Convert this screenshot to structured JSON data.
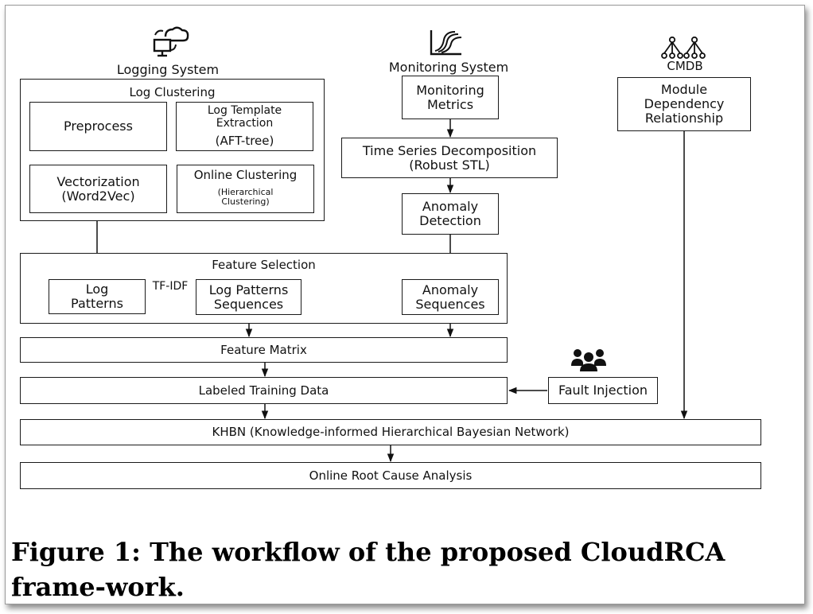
{
  "diagram": {
    "logging_system": {
      "title": "Logging System",
      "icon": "cloud-computer-icon",
      "log_clustering": {
        "title": "Log Clustering",
        "preprocess": "Preprocess",
        "log_template_extraction": "Log Template\nExtraction",
        "aft_tree": "(AFT-tree)",
        "vectorization": "Vectorization\n(Word2Vec)",
        "online_clustering": "Online Clustering",
        "hierarchical_clustering": "(Hierarchical\nClustering)"
      }
    },
    "monitoring_system": {
      "title": "Monitoring System",
      "icon": "line-chart-icon",
      "monitoring_metrics": "Monitoring\nMetrics",
      "time_series_decomposition": "Time Series Decomposition\n(Robust STL)",
      "anomaly_detection": "Anomaly\nDetection"
    },
    "cmdb": {
      "title": "CMDB",
      "icon": "hierarchy-tree-icon",
      "module_dependency": "Module\nDependency\nRelationship"
    },
    "feature_selection": {
      "title": "Feature Selection",
      "log_patterns": "Log\nPatterns",
      "tf_idf": "TF-IDF",
      "log_patterns_sequences": "Log Patterns\nSequences",
      "anomaly_sequences": "Anomaly\nSequences"
    },
    "feature_matrix": "Feature Matrix",
    "labeled_training_data": "Labeled Training Data",
    "fault_injection": {
      "label": "Fault Injection",
      "icon": "users-group-icon"
    },
    "khbn": "KHBN (Knowledge-informed Hierarchical Bayesian Network)",
    "online_root_cause_analysis": "Online Root Cause Analysis"
  },
  "caption": "Figure 1: The workflow of the proposed CloudRCA frame-work."
}
